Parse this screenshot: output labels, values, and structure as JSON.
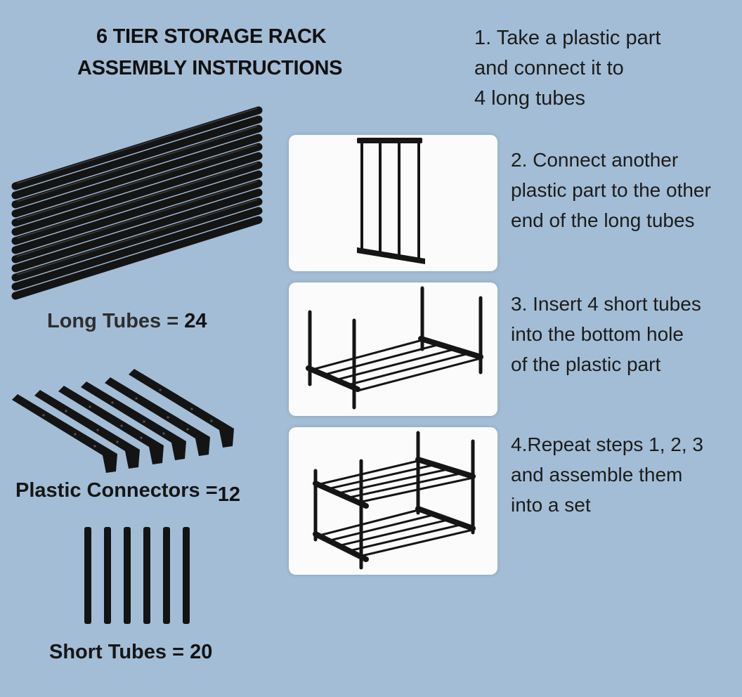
{
  "title": {
    "line1": "6 TIER STORAGE RACK",
    "line2": "ASSEMBLY INSTRUCTIONS"
  },
  "parts": [
    {
      "label": "Long Tubes = ",
      "qty": "24",
      "icon": "long-tubes-icon"
    },
    {
      "label": "Plastic Connectors =",
      "qty": "12",
      "icon": "plastic-connectors-icon"
    },
    {
      "label": "Short Tubes = ",
      "qty": "20",
      "icon": "short-tubes-icon"
    }
  ],
  "steps": [
    {
      "lines": [
        "1. Take a plastic part",
        "and connect it to",
        "4 long tubes"
      ]
    },
    {
      "lines": [
        "2. Connect another",
        "plastic part to the other",
        "end of the long tubes"
      ]
    },
    {
      "lines": [
        "3. Insert 4 short tubes",
        "into the bottom hole",
        "of the plastic part"
      ]
    },
    {
      "lines": [
        "4.Repeat steps 1, 2, 3",
        "and assemble them",
        "into a set"
      ]
    }
  ],
  "colors": {
    "background": "#a3bdd6",
    "part_color": "#111111",
    "panel": "#fbfbfb"
  }
}
